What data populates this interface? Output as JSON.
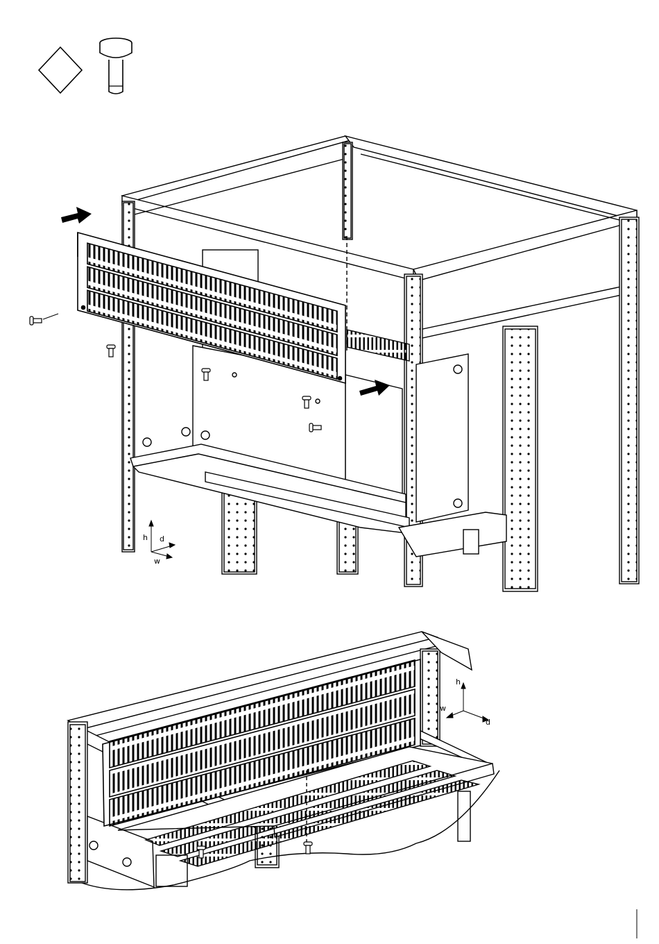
{
  "axes_top": {
    "h": "h",
    "d": "d",
    "w": "w"
  },
  "axes_bottom": {
    "h": "h",
    "d": "d",
    "w": "w"
  },
  "icons": [
    "rhombus-icon",
    "screw-icon"
  ],
  "colors": {
    "line": "#000000",
    "background": "#ffffff",
    "arrow_fill": "#000000"
  }
}
